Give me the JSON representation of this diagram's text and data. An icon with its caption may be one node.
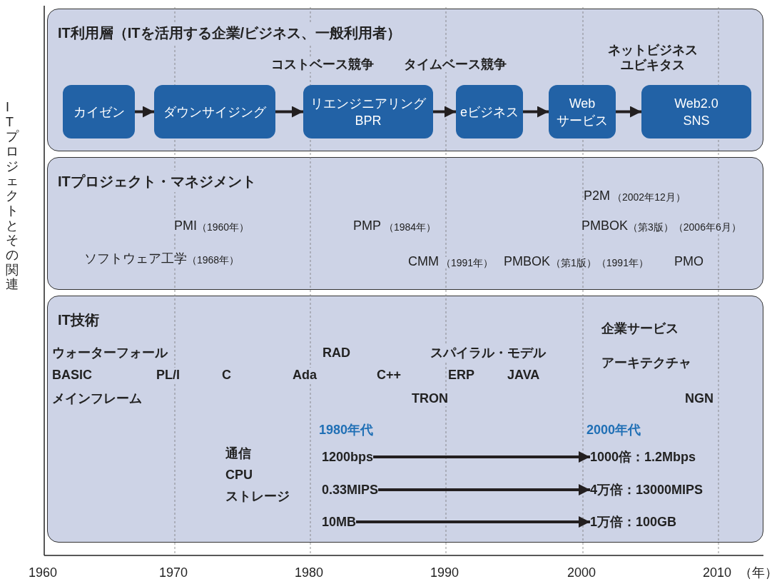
{
  "diagram": {
    "nodes": [
      {
        "text": [
          "IT利用層（ITを活用する企業/ビジネス、一般利用者）"
        ]
      },
      {
        "text": [
          "カイゼン"
        ],
        "in": 0
      },
      {
        "text": [
          "ダウンサイジング"
        ],
        "in": 0
      },
      {
        "text": [
          "リエンジニアリング BPR"
        ],
        "in": 0
      },
      {
        "text": [
          "eビジネス"
        ],
        "in": 0
      },
      {
        "text": [
          "Web サービス"
        ],
        "in": 0
      },
      {
        "text": [
          "Web2.0 SNS"
        ],
        "in": 0
      },
      {
        "text": [
          "ITプロジェクト・マネジメント"
        ]
      },
      {
        "text": [
          "IT技術"
        ]
      },
      {
        "text": [
          "1200bps"
        ],
        "in": 8
      },
      {
        "text": [
          "1000倍：1.2Mbps"
        ],
        "in": 8
      },
      {
        "text": [
          "0.33MIPS"
        ],
        "in": 8
      },
      {
        "text": [
          "4万倍：13000MIPS"
        ],
        "in": 8
      },
      {
        "text": [
          "10MB"
        ],
        "in": 8
      },
      {
        "text": [
          "1万倍：100GB"
        ],
        "in": 8
      }
    ],
    "edges": [
      {
        "from": 1,
        "to": 2,
        "arrow": "to"
      },
      {
        "from": 2,
        "to": 3,
        "arrow": "to"
      },
      {
        "from": 3,
        "to": 4,
        "arrow": "to"
      },
      {
        "from": 4,
        "to": 5,
        "arrow": "to"
      },
      {
        "from": 5,
        "to": 6,
        "arrow": "to"
      },
      {
        "from": 9,
        "to": 10,
        "arrow": "to"
      },
      {
        "from": 11,
        "to": 12,
        "arrow": "to"
      },
      {
        "from": 13,
        "to": 14,
        "arrow": "to"
      }
    ],
    "labels": [
      "ITプロジェクトとその関連",
      "コストベース競争",
      "タイムベース競争",
      "ネットビジネスユビキタス",
      "P2M",
      "（2002年12月）",
      "PMI",
      "（1960年）",
      "PMP",
      "（1984年）",
      "PMBOK",
      "（第3版）（2006年6月）",
      "ソフトウェア工学",
      "（1968年）",
      "CMM",
      "（1991年）",
      "PMBOK",
      "（第1版）（1991年）",
      "PMO",
      "企業サービス",
      "ウォーターフォール",
      "RAD",
      "スパイラル・モデル",
      "アーキテクチャ",
      "BASIC",
      "PL/I",
      "C",
      "Ada",
      "C++",
      "ERP",
      "JAVA",
      "メインフレーム",
      "TRON",
      "NGN",
      "1980年代",
      "2000年代",
      "通信",
      "CPU",
      "ストレージ",
      "1960",
      "1970",
      "1980",
      "1990",
      "2000",
      "2010",
      "（年）"
    ]
  }
}
